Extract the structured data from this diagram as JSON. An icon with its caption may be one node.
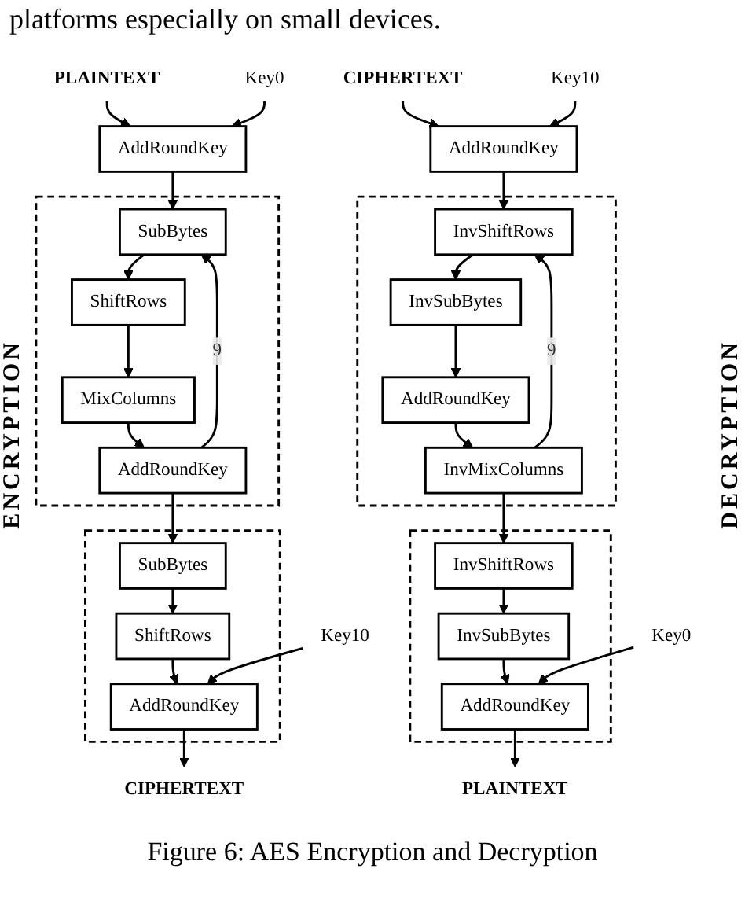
{
  "diagram": {
    "caption": "Figure 6: AES Encryption and Decryption",
    "nodes": [
      {
        "text": [
          "PLAINTEXT"
        ]
      },
      {
        "text": [
          "Key0"
        ]
      },
      {
        "text": [
          "AddRoundKey"
        ]
      },
      {
        "text": [],
        "shape": "box"
      },
      {
        "text": [
          "SubBytes"
        ],
        "in": 3
      },
      {
        "text": [
          "ShiftRows"
        ],
        "in": 3
      },
      {
        "text": [
          "MixColumns"
        ],
        "in": 3
      },
      {
        "text": [
          "AddRoundKey"
        ],
        "in": 3
      },
      {
        "text": [],
        "shape": "box"
      },
      {
        "text": [
          "SubBytes"
        ],
        "in": 8
      },
      {
        "text": [
          "ShiftRows"
        ],
        "in": 8
      },
      {
        "text": [
          "AddRoundKey"
        ],
        "in": 8
      },
      {
        "text": [
          "Key10"
        ]
      },
      {
        "text": [
          "CIPHERTEXT"
        ]
      },
      {
        "text": [
          "CIPHERTEXT"
        ]
      },
      {
        "text": [
          "Key10"
        ]
      },
      {
        "text": [
          "AddRoundKey"
        ]
      },
      {
        "text": [],
        "shape": "box"
      },
      {
        "text": [
          "InvShiftRows"
        ],
        "in": 17
      },
      {
        "text": [
          "InvSubBytes"
        ],
        "in": 17
      },
      {
        "text": [
          "AddRoundKey"
        ],
        "in": 17
      },
      {
        "text": [
          "InvMixColumns"
        ],
        "in": 17
      },
      {
        "text": [],
        "shape": "box"
      },
      {
        "text": [
          "InvShiftRows"
        ],
        "in": 22
      },
      {
        "text": [
          "InvSubBytes"
        ],
        "in": 22
      },
      {
        "text": [
          "AddRoundKey"
        ],
        "in": 22
      },
      {
        "text": [
          "Key0"
        ]
      },
      {
        "text": [
          "PLAINTEXT"
        ]
      }
    ],
    "edges": [
      {
        "from": 0,
        "to": 2,
        "arrow": "to"
      },
      {
        "from": 1,
        "to": 2,
        "arrow": "to"
      },
      {
        "from": 2,
        "to": 4,
        "arrow": "to"
      },
      {
        "from": 4,
        "to": 5,
        "arrow": "to"
      },
      {
        "from": 5,
        "to": 6,
        "arrow": "to"
      },
      {
        "from": 6,
        "to": 7,
        "arrow": "to"
      },
      {
        "from": 7,
        "to": 4,
        "arrow": "to",
        "label": "9"
      },
      {
        "from": 7,
        "to": 9,
        "arrow": "to"
      },
      {
        "from": 9,
        "to": 10,
        "arrow": "to"
      },
      {
        "from": 10,
        "to": 11,
        "arrow": "to"
      },
      {
        "from": 12,
        "to": 11,
        "arrow": "to"
      },
      {
        "from": 11,
        "to": 13,
        "arrow": "to"
      },
      {
        "from": 14,
        "to": 16,
        "arrow": "to"
      },
      {
        "from": 15,
        "to": 16,
        "arrow": "to"
      },
      {
        "from": 16,
        "to": 18,
        "arrow": "to"
      },
      {
        "from": 18,
        "to": 19,
        "arrow": "to"
      },
      {
        "from": 19,
        "to": 20,
        "arrow": "to"
      },
      {
        "from": 20,
        "to": 21,
        "arrow": "to"
      },
      {
        "from": 21,
        "to": 18,
        "arrow": "to",
        "label": "9"
      },
      {
        "from": 21,
        "to": 23,
        "arrow": "to"
      },
      {
        "from": 23,
        "to": 24,
        "arrow": "to"
      },
      {
        "from": 24,
        "to": 25,
        "arrow": "to"
      },
      {
        "from": 26,
        "to": 25,
        "arrow": "to"
      },
      {
        "from": 25,
        "to": 27,
        "arrow": "to"
      }
    ],
    "labels": [
      "platforms especially on small devices.",
      "ENCRYPTION",
      "DECRYPTION"
    ]
  }
}
